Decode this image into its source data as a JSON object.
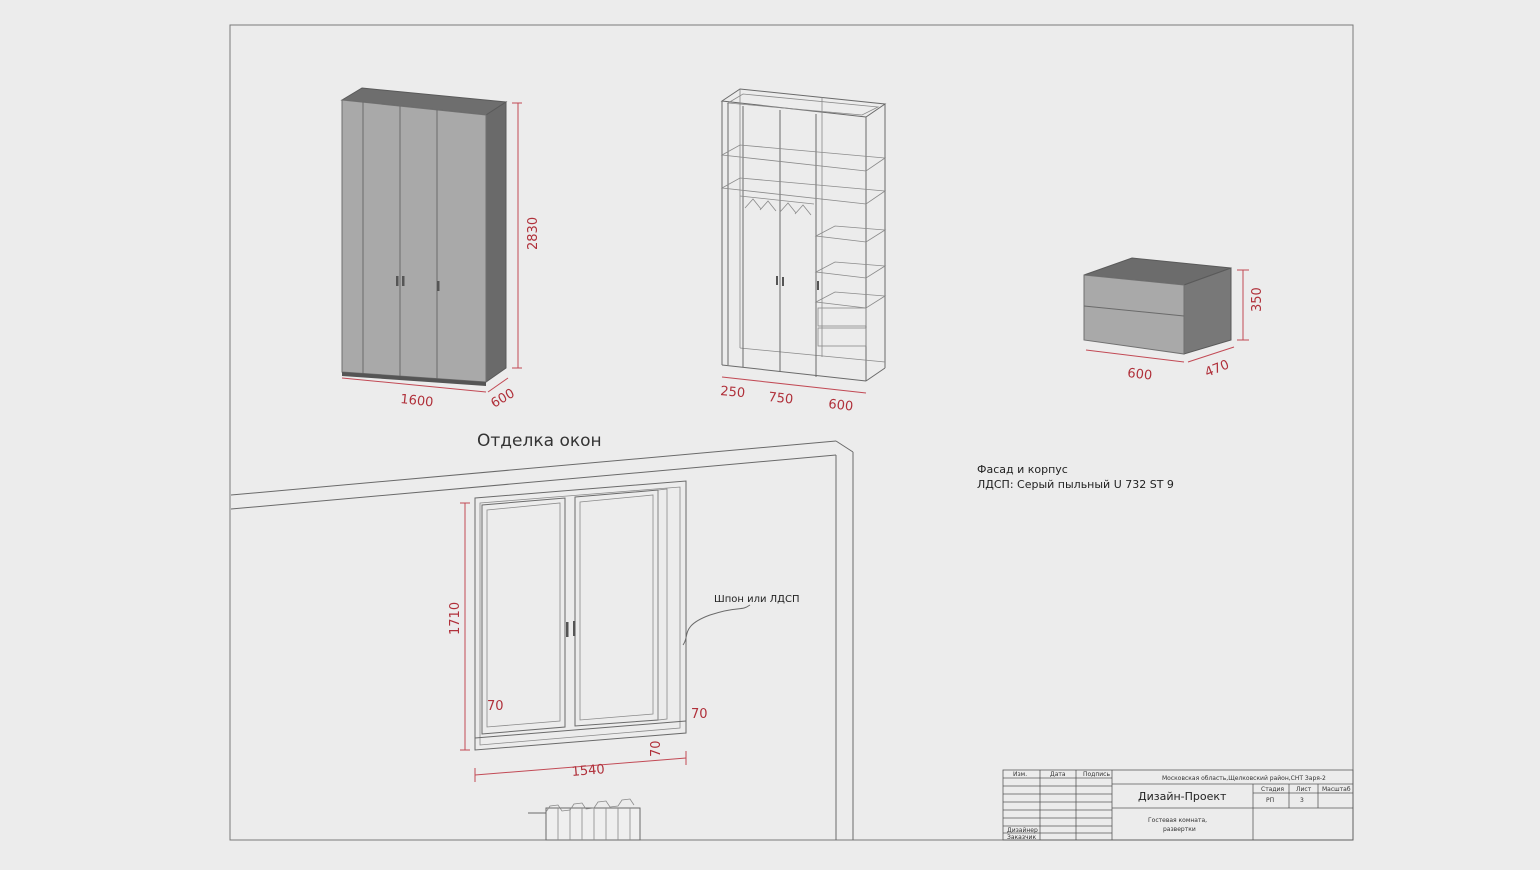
{
  "section_title": "Отделка окон",
  "wardrobe_closed": {
    "dim_height": "2830",
    "dim_width": "1600",
    "dim_depth": "600"
  },
  "wardrobe_open": {
    "dim_left": "250",
    "dim_mid": "750",
    "dim_right": "600"
  },
  "nightstand": {
    "dim_height": "350",
    "dim_width": "600",
    "dim_depth": "470"
  },
  "material_note": {
    "line1": "Фасад и корпус",
    "line2": "ЛДСП: Серый пыльный U 732 ST 9"
  },
  "window": {
    "dim_height": "1710",
    "dim_width": "1540",
    "dim_left": "70",
    "dim_right": "70",
    "dim_bottom": "70",
    "callout": "Шпон или ЛДСП"
  },
  "title_block": {
    "col_izm": "Изм.",
    "col_data": "Дата",
    "col_podpis": "Подпись",
    "address": "Московская область,Щелковский район,СНТ Заря-2",
    "project": "Дизайн-Проект",
    "sheet_title_1": "Гостевая комната,",
    "sheet_title_2": "развертки",
    "col_stage": "Стадия",
    "col_sheet": "Лист",
    "col_scale": "Масштаб",
    "stage_value": "РП",
    "sheet_value": "3",
    "role_designer": "Дизайнер",
    "role_client": "Заказчик"
  },
  "colors": {
    "paper": "#ececec",
    "dimension": "#b0303a",
    "panel": "#a8a8a8",
    "panel_dark": "#6b6b6b"
  }
}
